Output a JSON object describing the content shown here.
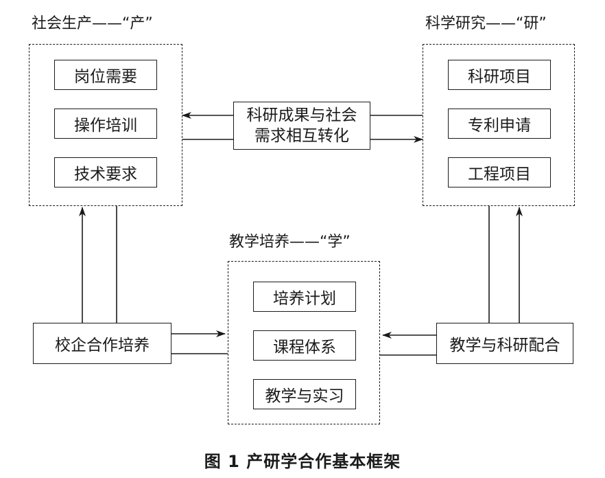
{
  "groups": {
    "production": {
      "label": "社会生产——“产”",
      "items": [
        "岗位需要",
        "操作培训",
        "技术要求"
      ]
    },
    "research": {
      "label": "科学研究——“研”",
      "items": [
        "科研项目",
        "专利申请",
        "工程项目"
      ]
    },
    "teaching": {
      "label": "教学培养——“学”",
      "items": [
        "培养计划",
        "课程体系",
        "教学与实习"
      ]
    }
  },
  "center": {
    "line1": "科研成果与社会",
    "line2": "需求相互转化"
  },
  "left_box": "校企合作培养",
  "right_box": "教学与科研配合",
  "caption": "图 1    产研学合作基本框架"
}
